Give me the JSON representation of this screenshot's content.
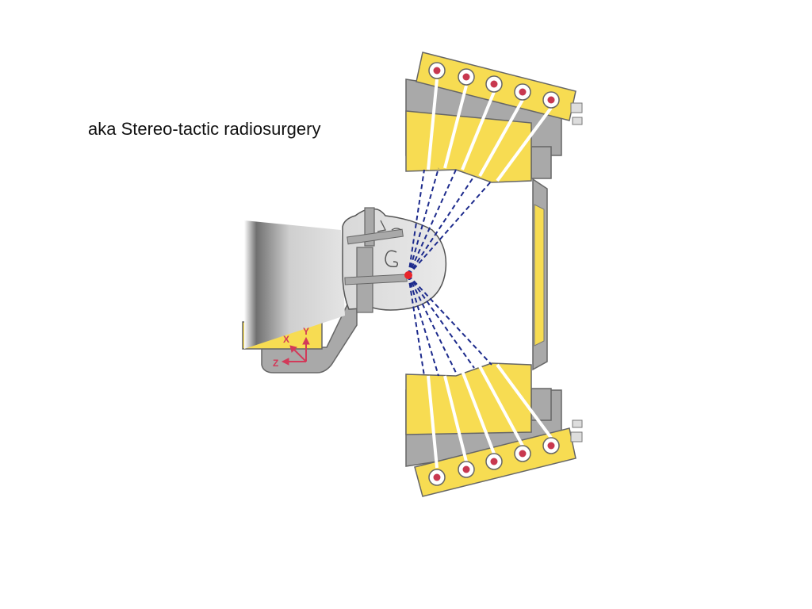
{
  "caption": "aka Stereo-tactic radiosurgery",
  "axes": {
    "x": "X",
    "y": "Y",
    "z": "Z"
  },
  "colors": {
    "yellow": "#f7dc52",
    "gray": "#a9a9a9",
    "dark_gray": "#6e6e6e",
    "source_dot": "#c8384f",
    "beam": "#1c2a8c",
    "focal_point": "#e8242a",
    "axis_color": "#d23a5a"
  }
}
